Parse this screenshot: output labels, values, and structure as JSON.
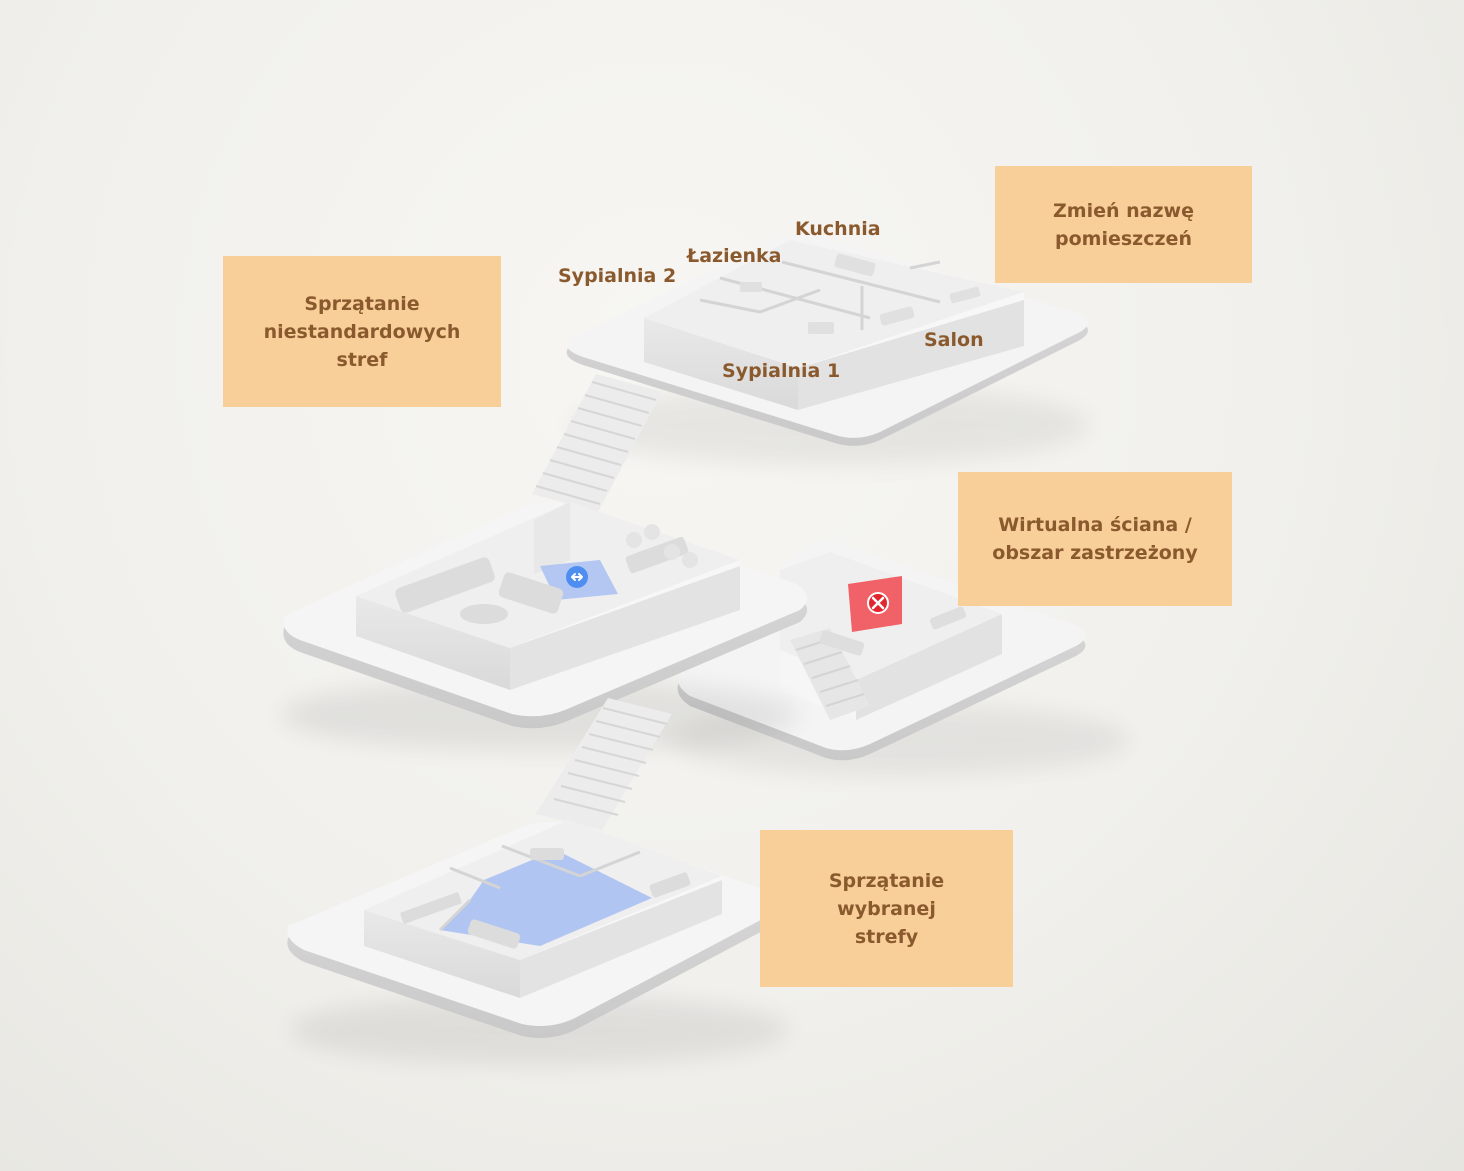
{
  "callouts": {
    "custom_zones": "Sprzątanie niestandardowych stref",
    "rename_rooms": "Zmień nazwę pomieszczeń",
    "virtual_wall": "Wirtualna ściana / obszar zastrzeżony",
    "selected_zone": "Sprzątanie wybranej strefy"
  },
  "rooms": {
    "kitchen": "Kuchnia",
    "bathroom": "Łazienka",
    "bedroom2": "Sypialnia 2",
    "bedroom1": "Sypialnia 1",
    "living_room": "Salon"
  },
  "colors": {
    "callout_bg": "#f8cf98",
    "callout_text": "#8a5a2e",
    "zone_blue": "#a9c0f2",
    "restricted_red": "#f0333a",
    "resize_icon_blue": "#4f8ef0"
  },
  "icons": {
    "resize": "resize-icon",
    "restricted": "close-icon"
  }
}
